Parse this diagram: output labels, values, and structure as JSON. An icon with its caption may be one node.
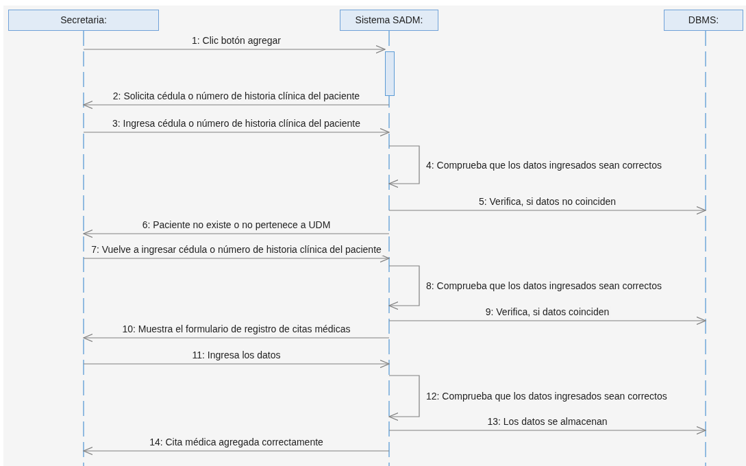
{
  "diagram": {
    "nodes": [
      {
        "text": [
          "Secretaria:"
        ]
      },
      {
        "text": [
          "Sistema SADM:"
        ]
      },
      {
        "text": [
          "DBMS:"
        ]
      }
    ],
    "edges": [
      {
        "from": 0,
        "to": 1,
        "arrow": "to",
        "label": "1: Clic botón agregar"
      },
      {
        "from": 1,
        "to": 0,
        "arrow": "to",
        "label": "2: Solicita cédula o número de historia clínica del paciente"
      },
      {
        "from": 0,
        "to": 1,
        "arrow": "to",
        "label": "3: Ingresa cédula o número de historia clínica del paciente"
      },
      {
        "from": 1,
        "to": 1,
        "arrow": "to",
        "label": "4: Comprueba que los datos ingresados sean correctos"
      },
      {
        "from": 1,
        "to": 2,
        "arrow": "to",
        "label": "5: Verifica, si datos no coinciden"
      },
      {
        "from": 1,
        "to": 0,
        "arrow": "to",
        "label": "6: Paciente no existe o no pertenece a UDM"
      },
      {
        "from": 0,
        "to": 1,
        "arrow": "to",
        "label": "7: Vuelve a ingresar cédula o número de historia clínica del paciente"
      },
      {
        "from": 1,
        "to": 1,
        "arrow": "to",
        "label": "8: Comprueba que los datos ingresados sean correctos"
      },
      {
        "from": 1,
        "to": 2,
        "arrow": "to",
        "label": "9: Verifica, si datos coinciden"
      },
      {
        "from": 1,
        "to": 0,
        "arrow": "to",
        "label": "10: Muestra el formulario de registro de citas médicas"
      },
      {
        "from": 0,
        "to": 1,
        "arrow": "to",
        "label": "11: Ingresa los datos"
      },
      {
        "from": 1,
        "to": 1,
        "arrow": "to",
        "label": "12: Comprueba que los datos ingresados sean correctos"
      },
      {
        "from": 1,
        "to": 2,
        "arrow": "to",
        "label": "13: Los datos se almacenan"
      },
      {
        "from": 1,
        "to": 0,
        "arrow": "to",
        "label": "14: Cita médica agregada correctamente"
      }
    ]
  }
}
